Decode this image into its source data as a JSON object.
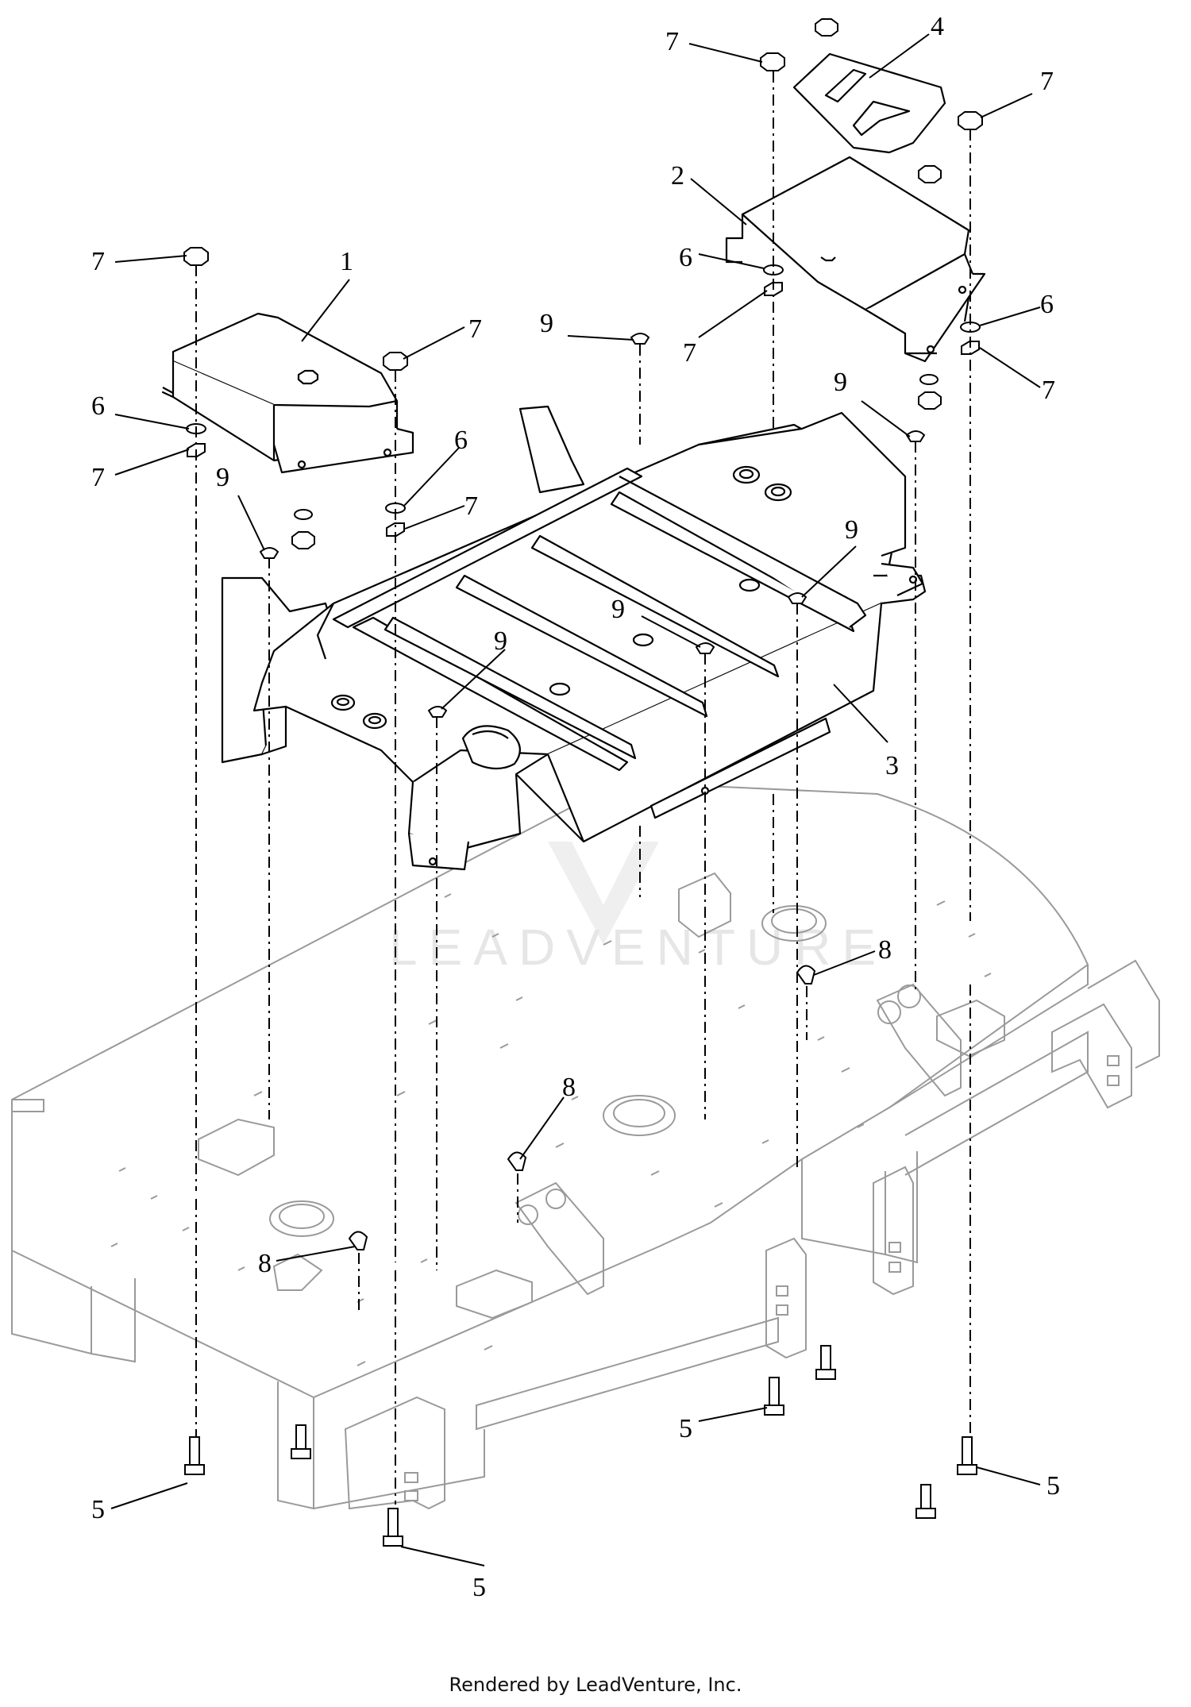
{
  "callouts": {
    "c1": "1",
    "c2": "2",
    "c3": "3",
    "c4": "4",
    "c5": "5",
    "c6": "6",
    "c7": "7",
    "c8": "8",
    "c9": "9"
  },
  "watermark": {
    "brand": "LEADVENTURE"
  },
  "footer": {
    "credit": "Rendered by LeadVenture, Inc."
  },
  "colors": {
    "line": "#000000",
    "deck_line": "#9a9a9a",
    "watermark": "#e6e6e6"
  }
}
